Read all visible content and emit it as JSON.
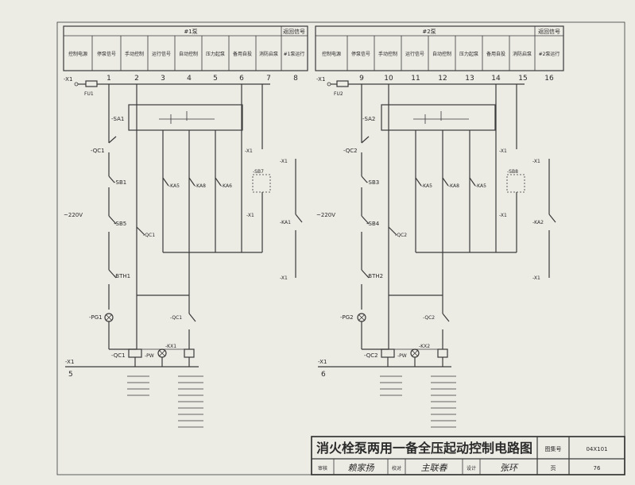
{
  "header": {
    "group1": "#1泵",
    "group2": "#2泵",
    "fire_signal": "返回信号",
    "cols1": [
      "控制电源",
      "停泵信号",
      "手动控制",
      "运行信号",
      "自动控制",
      "压力起泵",
      "备用自投",
      "消防启泵",
      "#1泵运行"
    ],
    "cols2": [
      "控制电源",
      "停泵信号",
      "手动控制",
      "运行信号",
      "自动控制",
      "压力起泵",
      "备用自投",
      "消防启泵",
      "#2泵运行"
    ]
  },
  "columns": {
    "left": [
      "1",
      "2",
      "3",
      "4",
      "5",
      "6",
      "7",
      "8"
    ],
    "right": [
      "9",
      "10",
      "11",
      "12",
      "13",
      "14",
      "15",
      "16"
    ]
  },
  "components": {
    "left": {
      "bus_top": "-X1",
      "fuse": "FU1",
      "switch": "-SA1",
      "qc_contact": "-QC1",
      "sb_stop": "-SB1",
      "voltage": "~220V",
      "sb_start": "-SB5",
      "qc_hold": "-QC1",
      "bth": "-BTH1",
      "lamp": "-PG1",
      "coil": "-QC1",
      "pw": "-PW",
      "kx": "-KX1",
      "bus_bottom": "-X1",
      "bus_bottom_num": "5",
      "ka_a": "-KA5",
      "ka_b": "-KA8",
      "ka_c": "-KA6",
      "sb_remote": "-SB7",
      "x1_a": "-X1",
      "x1_b": "-X1",
      "x1_c": "-X1",
      "x1_d": "-X1",
      "ka_out": "-KA1",
      "qc_aux": "-QC1"
    },
    "right": {
      "bus_top": "-X1",
      "fuse": "FU2",
      "switch": "-SA2",
      "qc_contact": "-QC2",
      "sb_stop": "-SB3",
      "voltage": "~220V",
      "sb_start": "-SB4",
      "qc_hold": "-QC2",
      "bth": "-BTH2",
      "lamp": "-PG2",
      "coil": "-QC2",
      "pw": "-PW",
      "kx": "-KX2",
      "bus_bottom": "-X1",
      "bus_bottom_num": "6",
      "ka_a": "-KA5",
      "ka_b": "-KA8",
      "ka_c": "-KA5",
      "sb_remote": "-SB8",
      "x1_a": "-X1",
      "x1_b": "-X1",
      "x1_c": "-X1",
      "x1_d": "-X1",
      "ka_out": "-KA2",
      "qc_aux": "-QC2"
    }
  },
  "title_block": {
    "title": "消火栓泵两用一备全压起动控制电路图",
    "atlas_label": "图集号",
    "atlas_no": "04X101",
    "labels": [
      "审核",
      "校对",
      "设计"
    ],
    "names": [
      "赖家扬",
      "主联春",
      "张环"
    ],
    "page_label": "页",
    "page_no": "76"
  },
  "colors": {
    "paper": "#ecebe4",
    "ink": "#2a2a2a"
  }
}
